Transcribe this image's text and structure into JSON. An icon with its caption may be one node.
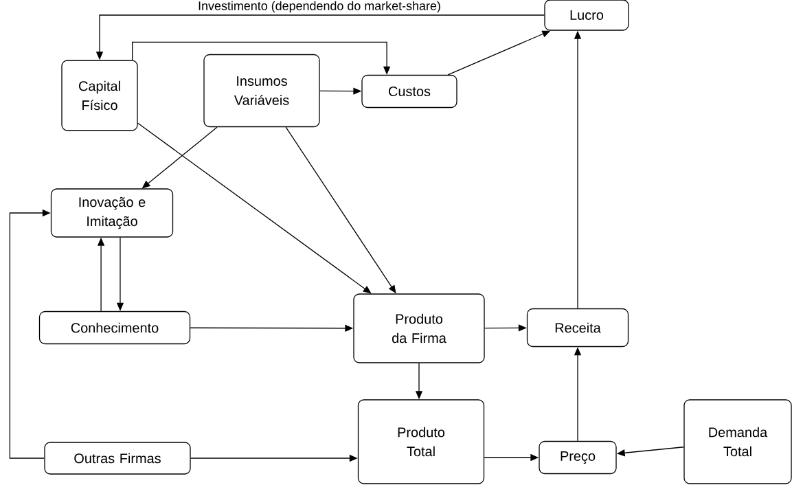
{
  "diagram": {
    "nodes": [
      {
        "text": [
          "Lucro"
        ]
      },
      {
        "text": [
          "Capital Físico"
        ]
      },
      {
        "text": [
          "Insumos Variáveis"
        ]
      },
      {
        "text": [
          "Custos"
        ]
      },
      {
        "text": [
          "Inovação e Imitação"
        ]
      },
      {
        "text": [
          "Conhecimento"
        ]
      },
      {
        "text": [
          "Produto da Firma"
        ]
      },
      {
        "text": [
          "Receita"
        ]
      },
      {
        "text": [
          "Produto Total"
        ]
      },
      {
        "text": [
          "Preço"
        ]
      },
      {
        "text": [
          "Outras Firmas"
        ]
      },
      {
        "text": [
          "Demanda Total"
        ]
      }
    ],
    "edges": [
      {
        "from": 0,
        "to": 1,
        "arrow": "to",
        "label": "Investimento (dependendo do market-share)"
      },
      {
        "from": 1,
        "to": 3,
        "arrow": "to"
      },
      {
        "from": 2,
        "to": 3,
        "arrow": "to"
      },
      {
        "from": 3,
        "to": 0,
        "arrow": "to"
      },
      {
        "from": 1,
        "to": 6,
        "arrow": "to"
      },
      {
        "from": 2,
        "to": 4,
        "arrow": "to"
      },
      {
        "from": 2,
        "to": 6,
        "arrow": "to"
      },
      {
        "from": 5,
        "to": 4,
        "arrow": "to"
      },
      {
        "from": 4,
        "to": 5,
        "arrow": "to"
      },
      {
        "from": 5,
        "to": 6,
        "arrow": "to"
      },
      {
        "from": 6,
        "to": 7,
        "arrow": "to"
      },
      {
        "from": 7,
        "to": 0,
        "arrow": "to"
      },
      {
        "from": 6,
        "to": 8,
        "arrow": "to"
      },
      {
        "from": 10,
        "to": 8,
        "arrow": "to"
      },
      {
        "from": 10,
        "to": 4,
        "arrow": "to"
      },
      {
        "from": 8,
        "to": 9,
        "arrow": "to"
      },
      {
        "from": 11,
        "to": 9,
        "arrow": "to"
      },
      {
        "from": 9,
        "to": 7,
        "arrow": "to"
      }
    ]
  }
}
